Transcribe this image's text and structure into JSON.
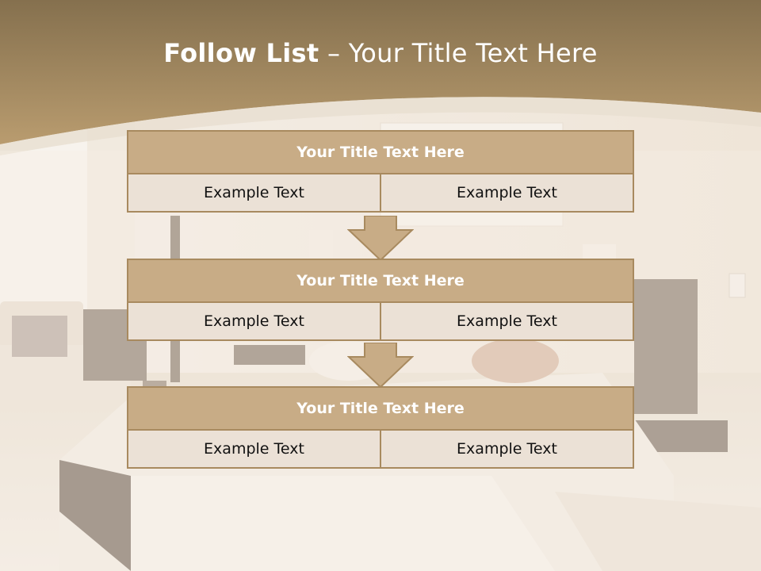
{
  "slide": {
    "title_bold": "Follow List",
    "title_rest": "– Your Title Text Here"
  },
  "blocks": [
    {
      "title": "Your Title Text Here",
      "left": "Example Text",
      "right": "Example Text"
    },
    {
      "title": "Your Title Text Here",
      "left": "Example Text",
      "right": "Example Text"
    },
    {
      "title": "Your Title Text Here",
      "left": "Example Text",
      "right": "Example Text"
    }
  ],
  "colors": {
    "header_band": "#8c7550",
    "box_header": "#c8ac86",
    "box_cell": "#ebe1d6",
    "box_border": "#a88a5f"
  }
}
